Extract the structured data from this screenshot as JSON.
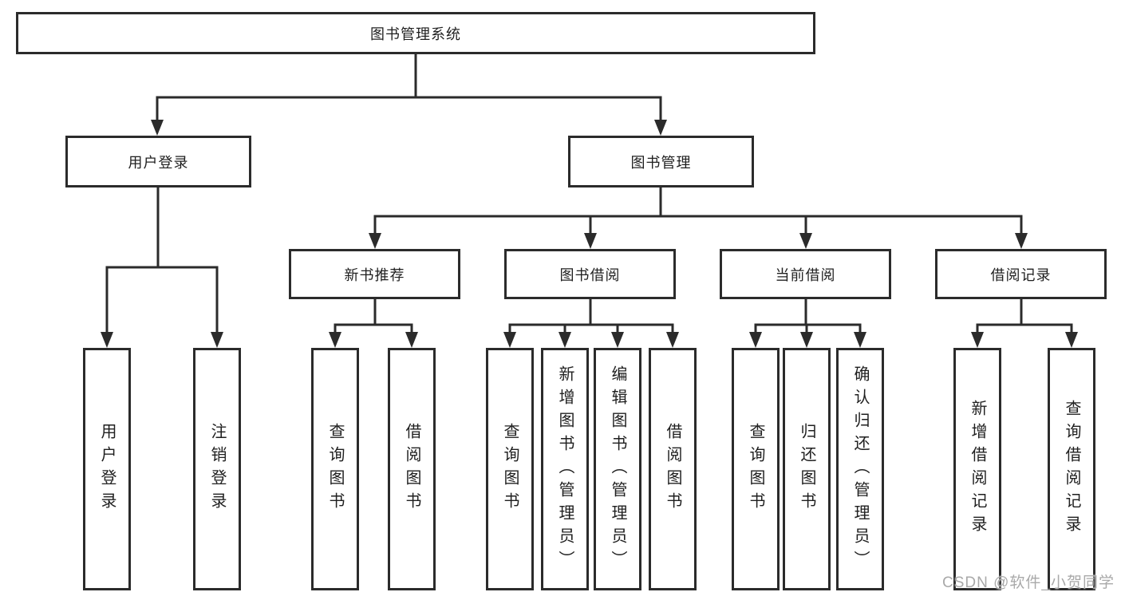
{
  "tree": {
    "label": "图书管理系统",
    "children": [
      {
        "label": "用户登录",
        "children": [
          {
            "label": "用户登录"
          },
          {
            "label": "注销登录"
          }
        ]
      },
      {
        "label": "图书管理",
        "children": [
          {
            "label": "新书推荐",
            "children": [
              {
                "label": "查询图书"
              },
              {
                "label": "借阅图书"
              }
            ]
          },
          {
            "label": "图书借阅",
            "children": [
              {
                "label": "查询图书"
              },
              {
                "label": "新增图书（管理员）"
              },
              {
                "label": "编辑图书（管理员）"
              },
              {
                "label": "借阅图书"
              }
            ]
          },
          {
            "label": "当前借阅",
            "children": [
              {
                "label": "查询图书"
              },
              {
                "label": "归还图书"
              },
              {
                "label": "确认归还（管理员）"
              }
            ]
          },
          {
            "label": "借阅记录",
            "children": [
              {
                "label": "新增借阅记录"
              },
              {
                "label": "查询借阅记录"
              }
            ]
          }
        ]
      }
    ]
  },
  "watermark": {
    "text": "CSDN @软件_小贺同学"
  },
  "colors": {
    "line": "#2b2b2b",
    "box_border": "#2b2b2b",
    "box_background": "#ffffff",
    "text": "#1f1f1f",
    "watermark": "#a9a9a9",
    "background": "#ffffff"
  }
}
